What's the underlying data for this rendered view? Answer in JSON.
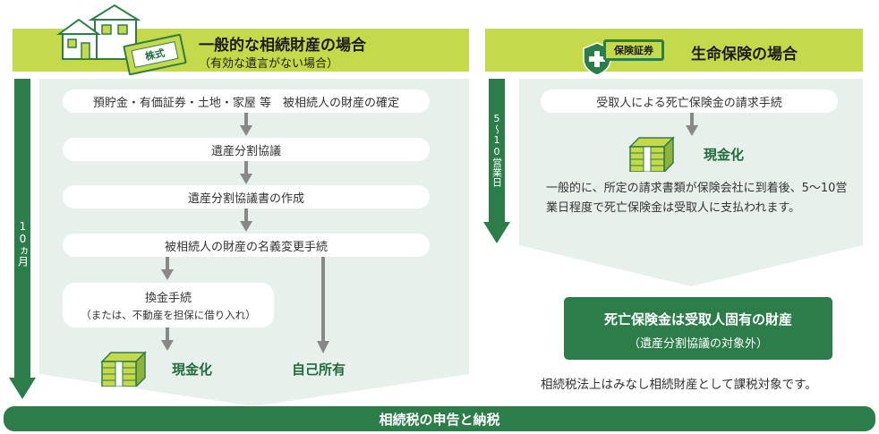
{
  "left": {
    "title": "一般的な相続財産の場合",
    "subtitle": "（有効な遺言がない場合）",
    "stock_label": "株式",
    "period_label": "10ヵ月",
    "steps": [
      "預貯金・有価証券・土地・家屋 等　被相続人の財産の確定",
      "遺産分割協議",
      "遺産分割協議書の作成",
      "被相続人の財産の名義変更手続"
    ],
    "exchange_step": "換金手続",
    "exchange_sub": "（または、不動産を担保に借り入れ）",
    "cash_label": "現金化",
    "own_label": "自己所有"
  },
  "right": {
    "title": "生命保険の場合",
    "badge_label": "保険証券",
    "period_label": "5〜10営業日",
    "step": "受取人による死亡保険金の請求手続",
    "cash_label": "現金化",
    "note": "一般的に、所定の請求書類が保険会社に到着後、5〜10営業日程度で死亡保険金は受取人に支払われます。",
    "fixed_title": "死亡保険金は受取人固有の財産",
    "fixed_sub": "（遺産分割協議の対象外）",
    "tax_note": "相続税法上はみなし相続財産として課税対象です。"
  },
  "bottom": {
    "label": "相続税の申告と納税"
  },
  "colors": {
    "header_green": "#c6d94a",
    "dark_green": "#2d7d4a",
    "panel_bg": "#e8f0ec",
    "arrow_gray": "#888888"
  }
}
